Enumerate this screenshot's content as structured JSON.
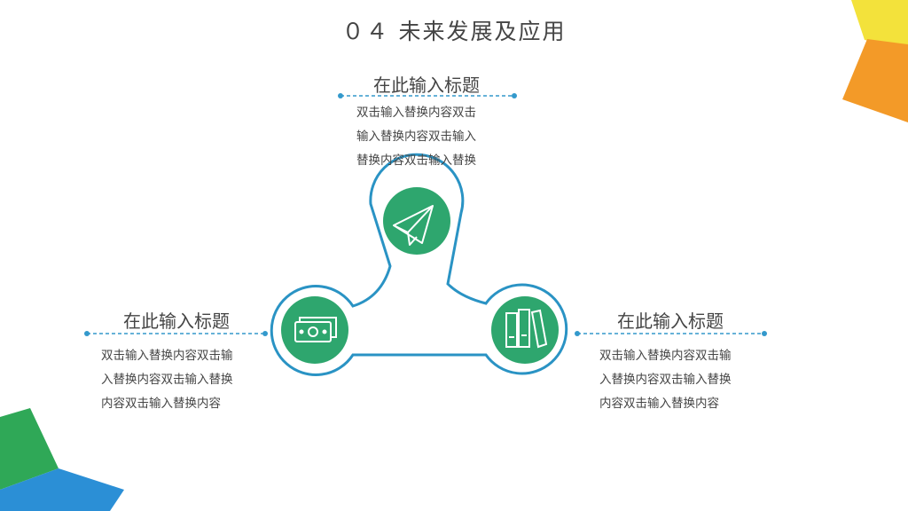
{
  "slide": {
    "title": "０４ 未来发展及应用"
  },
  "colors": {
    "ring": "#2a93c4",
    "circle_fill": "#2ea66e",
    "dash": "#3399cc",
    "yellow": "#f5e33a",
    "orange": "#f49a2b",
    "green": "#2faa5a",
    "blue": "#2a8fd8"
  },
  "nodes": {
    "top": {
      "icon": "paper-plane-icon",
      "heading": "在此输入标题",
      "lines": [
        "双击输入替换内容双击",
        "输入替换内容双击输入",
        "替换内容双击输入替换"
      ]
    },
    "left": {
      "icon": "money-bill-icon",
      "heading": "在此输入标题",
      "lines": [
        "双击输入替换内容双击输",
        "入替换内容双击输入替换",
        "内容双击输入替换内容"
      ]
    },
    "right": {
      "icon": "books-icon",
      "heading": "在此输入标题",
      "lines": [
        "双击输入替换内容双击输",
        "入替换内容双击输入替换",
        "内容双击输入替换内容"
      ]
    }
  }
}
